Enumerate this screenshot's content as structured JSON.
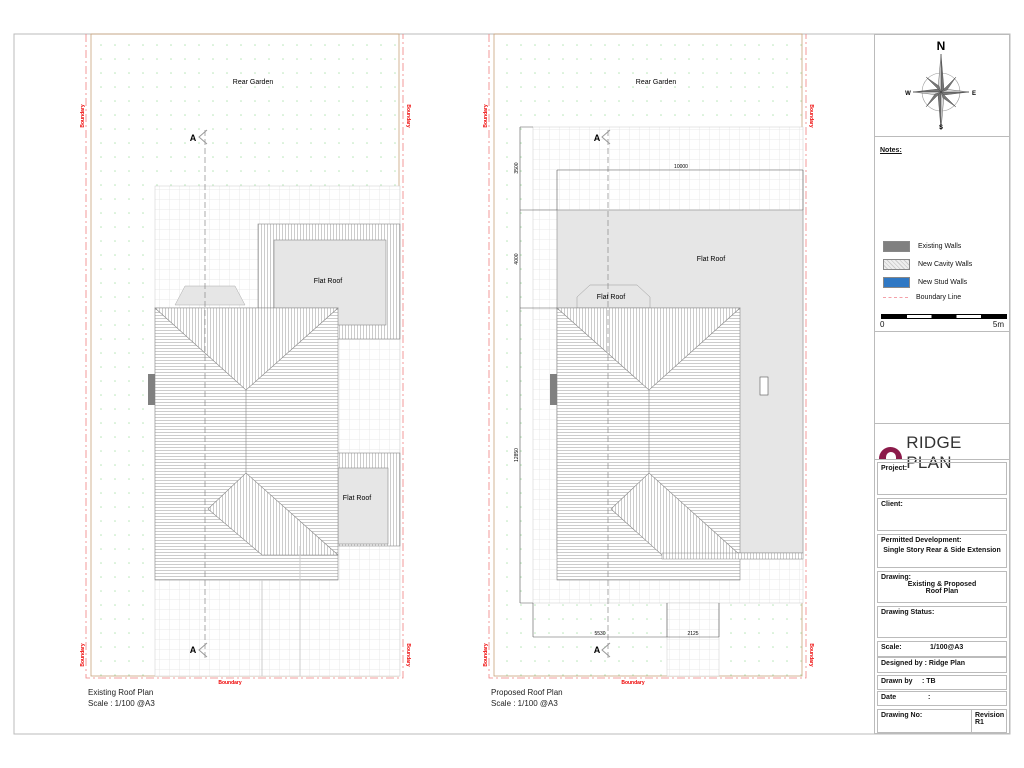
{
  "existing_plan": {
    "title": "Existing Roof Plan",
    "scale": "Scale : 1/100 @A3",
    "rear_garden": "Rear Garden",
    "flat_roof_1": "Flat Roof",
    "flat_roof_2": "Flat Roof",
    "boundary": "Boundary",
    "section_marker": "A"
  },
  "proposed_plan": {
    "title": "Proposed Roof Plan",
    "scale": "Scale : 1/100 @A3",
    "rear_garden": "Rear Garden",
    "flat_roof_main": "Flat Roof",
    "flat_roof_small": "Flat Roof",
    "boundary": "Boundary",
    "section_marker": "A",
    "dimensions": {
      "width_top": "10000",
      "depth_top": "3500",
      "depth_ext": "4000",
      "depth_house": "12850",
      "width_bottom_left": "5530",
      "width_bottom_right": "2125"
    }
  },
  "compass": {
    "n": "N",
    "s": "S",
    "e": "E",
    "w": "W"
  },
  "notes_label": "Notes:",
  "legend": [
    {
      "label": "Existing Walls",
      "color": "#808080"
    },
    {
      "label": "New Cavity Walls",
      "color": "#eeeeee"
    },
    {
      "label": "New Stud Walls",
      "color": "#2f78c4"
    },
    {
      "label": "Boundary Line",
      "color": "#f4a0a8"
    }
  ],
  "scale_bar": {
    "start": "0",
    "end": "5m"
  },
  "brand": {
    "name": "RIDGE PLAN",
    "color": "#8b1a4a"
  },
  "title_block": {
    "project_label": "Project:",
    "client_label": "Client:",
    "permitted_label": "Permitted Development:",
    "permitted_value": "Single Story Rear & Side Extension",
    "drawing_label": "Drawing:",
    "drawing_value_1": "Existing & Proposed",
    "drawing_value_2": "Roof Plan",
    "status_label": "Drawing Status:",
    "scale_label": "Scale:",
    "scale_value": "1/100@A3",
    "designed_label": "Designed by",
    "designed_value": ": Ridge Plan",
    "drawn_label": "Drawn by",
    "drawn_value": ": TB",
    "date_label": "Date",
    "date_value": ":",
    "drawing_no_label": "Drawing No:",
    "revision_label": "Revision",
    "revision_value": "R1"
  }
}
